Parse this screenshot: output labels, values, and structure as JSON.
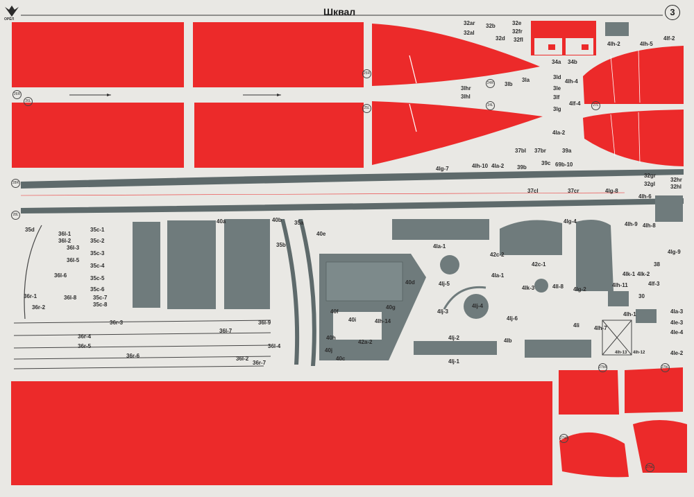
{
  "sheet": {
    "title": "Шквал",
    "number": "3",
    "publisher": "ОРЁЛ"
  },
  "colors": {
    "paper": "#e9e8e4",
    "red": "#ec2a2a",
    "grey": "#6f7b7c",
    "ink": "#2c2c2c"
  },
  "part_labels": [
    "32ar",
    "32b",
    "32e",
    "32al",
    "32fr",
    "32d",
    "32fl",
    "4lh-2",
    "4lh-5",
    "4lf-2",
    "34a",
    "34b",
    "3lhr",
    "3lhl",
    "3lb",
    "3la",
    "3ld",
    "3le",
    "4lh-4",
    "3lf",
    "4lf-4",
    "3lg",
    "4la-2",
    "37bl",
    "37br",
    "39a",
    "69b-10",
    "4lg-7",
    "4lh-10",
    "4la-2",
    "39b",
    "39c",
    "32gr",
    "32hr",
    "32gl",
    "32hl",
    "37cl",
    "37cr",
    "4lg-8",
    "4lh-6",
    "4lh-9",
    "4lh-8",
    "35d",
    "36l-1",
    "36l-2",
    "36l-3",
    "36l-5",
    "36l-6",
    "36l-8",
    "36r-1",
    "36r-2",
    "35c-1",
    "35c-2",
    "35c-3",
    "35c-4",
    "35c-5",
    "35c-6",
    "35c-7",
    "35c-8",
    "40a",
    "40b",
    "35a",
    "35b",
    "40e",
    "4la-1",
    "42c-2",
    "4lg-4",
    "4la-1",
    "42c-1",
    "4lg-2",
    "4ll-8",
    "4lk-3",
    "4lj-5",
    "4lj-3",
    "4lj-4",
    "4lj-6",
    "4lk-1",
    "4lk-2",
    "4lf-3",
    "4lg-9",
    "38",
    "4lh-11",
    "4lh-1",
    "4la-3",
    "4le-4",
    "4le-3",
    "30",
    "40d",
    "40f",
    "40g",
    "40i",
    "4lh-14",
    "40h",
    "42a-2",
    "40j",
    "40c",
    "4lj-2",
    "4lj-1",
    "4lb",
    "4li",
    "4lh-7",
    "4lh-12",
    "4lh-13",
    "4le-2",
    "36r-3",
    "36l-7",
    "36l-9",
    "36r-4",
    "36r-5",
    "36l-4",
    "36r-6",
    "36l-2",
    "36r-7"
  ],
  "registration_marks": [
    "26R",
    "26L",
    "25R",
    "24R",
    "25L",
    "24L",
    "27L",
    "28R",
    "28L",
    "27bR",
    "27bL",
    "27aR",
    "27aL"
  ]
}
